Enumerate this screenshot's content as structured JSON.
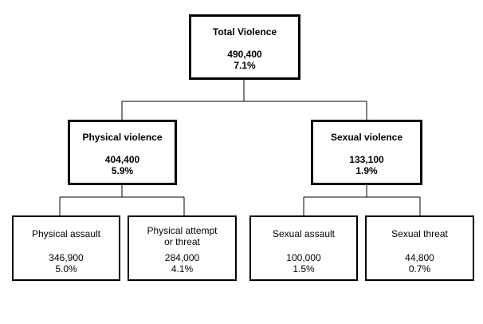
{
  "nodes": {
    "total": {
      "title": "Total Violence",
      "value": "490,400",
      "percent": "7.1%"
    },
    "physical": {
      "title": "Physical violence",
      "value": "404,400",
      "percent": "5.9%"
    },
    "sexual": {
      "title": "Sexual violence",
      "value": "133,100",
      "percent": "1.9%"
    },
    "physical_assault": {
      "title": "Physical assault",
      "value": "346,900",
      "percent": "5.0%"
    },
    "physical_attempt_or_threat": {
      "title": "Physical attempt\nor threat",
      "value": "284,000",
      "percent": "4.1%"
    },
    "sexual_assault": {
      "title": "Sexual assault",
      "value": "100,000",
      "percent": "1.5%"
    },
    "sexual_threat": {
      "title": "Sexual threat",
      "value": "44,800",
      "percent": "0.7%"
    }
  },
  "colors": {
    "border": "#000000",
    "background": "#ffffff",
    "text": "#000000"
  }
}
